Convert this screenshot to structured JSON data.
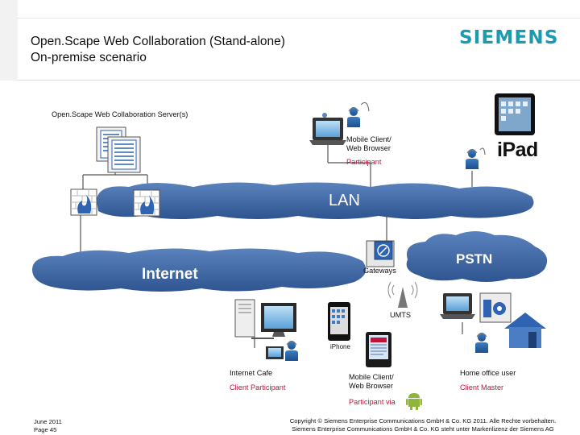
{
  "header": {
    "title_line1": "Open.Scape Web Collaboration (Stand-alone)",
    "title_line2": "On-premise scenario",
    "logo": "SIEMENS"
  },
  "diagram": {
    "server_label": "Open.Scape Web Collaboration Server(s)",
    "mobile_top_line1": "Mobile Client/",
    "mobile_top_line2": "Web Browser",
    "participant_top": "Participant",
    "ipad_label": "iPad",
    "lan": "LAN",
    "internet": "Internet",
    "pstn": "PSTN",
    "gateways": "Gateways",
    "umts": "UMTS",
    "iphone": "iPhone",
    "internet_cafe": "Internet Cafe",
    "client_participant": "Client Participant",
    "mobile_bottom_line1": "Mobile Client/",
    "mobile_bottom_line2": "Web Browser",
    "home_office": "Home office user",
    "client_master": "Client Master",
    "participant_via": "Participant via"
  },
  "footer": {
    "date": "June 2011",
    "page": "Page 45",
    "copyright_line1": "Copyright © Siemens Enterprise Communications GmbH & Co. KG 2011. Alle Rechte vorbehalten.",
    "copyright_line2": "Siemens Enterprise Communications GmbH & Co. KG steht unter Markenlizenz der Siemens AG"
  },
  "colors": {
    "cloud": "#3d65a0",
    "brand": "#1b9ab0",
    "accent_red": "#c0143c"
  },
  "icons": [
    "server-icon",
    "firewall-icon",
    "laptop-icon",
    "headset-user-icon",
    "tablet-icon",
    "gateway-icon",
    "antenna-icon",
    "phone-icon",
    "pc-icon",
    "house-icon",
    "android-icon"
  ]
}
